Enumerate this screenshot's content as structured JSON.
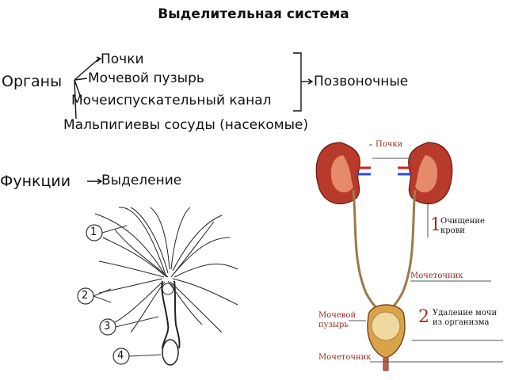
{
  "title": "Выделительная система",
  "left": {
    "organs_label": "Органы",
    "organ_items": [
      "Почки",
      "Мочевой пузырь",
      "Мочеиспускательный канал",
      "Мальпигиевы сосуды (насекомые)"
    ],
    "group_label": "Позвоночные",
    "functions_label": "Функции",
    "function_item": "Выделение"
  },
  "insect_figure": {
    "callouts": [
      "1",
      "2",
      "3",
      "4"
    ]
  },
  "human_figure": {
    "labels": {
      "kidneys": "Почки",
      "cleaning": "Очищение крови",
      "ureter_top": "Мочеточник",
      "bladder": "Мочевой пузырь",
      "removal": "Удаление мочи из организма",
      "ureter_bottom": "Мочеточник"
    },
    "numbers": [
      "1",
      "2"
    ]
  },
  "colors": {
    "kidney": "#b83a2a",
    "kidney_inner": "#e58a6a",
    "bladder": "#d9a34a",
    "vessel_red": "#d02020",
    "vessel_blue": "#2a4fd0",
    "annotation": "#9a2a2a"
  }
}
